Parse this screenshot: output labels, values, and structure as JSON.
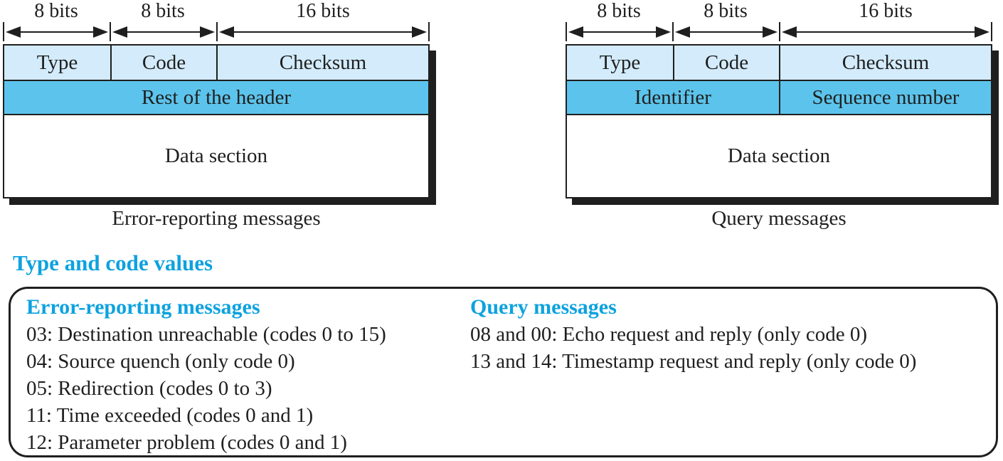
{
  "colors": {
    "light_blue": "#d3ebfa",
    "dark_blue": "#5cc4ec",
    "cyan_text": "#0da2df",
    "ink": "#1f1f1f"
  },
  "diagrams": [
    {
      "bits": [
        "8 bits",
        "8 bits",
        "16 bits"
      ],
      "row1": [
        "Type",
        "Code",
        "Checksum"
      ],
      "row2": [
        "Rest of the header"
      ],
      "row3": "Data section",
      "caption": "Error-reporting messages"
    },
    {
      "bits": [
        "8 bits",
        "8 bits",
        "16 bits"
      ],
      "row1": [
        "Type",
        "Code",
        "Checksum"
      ],
      "row2": [
        "Identifier",
        "Sequence number"
      ],
      "row3": "Data section",
      "caption": "Query messages"
    }
  ],
  "type_code_values": {
    "title": "Type and code values",
    "columns": [
      {
        "heading": "Error-reporting messages",
        "items": [
          "03: Destination unreachable (codes 0 to 15)",
          "04: Source quench (only code 0)",
          "05: Redirection (codes 0 to 3)",
          "11: Time exceeded (codes 0 and 1)",
          "12: Parameter problem (codes 0 and 1)"
        ]
      },
      {
        "heading": "Query messages",
        "items": [
          "08 and 00: Echo request and reply (only code 0)",
          "13 and 14: Timestamp request and reply (only code 0)"
        ]
      }
    ]
  }
}
